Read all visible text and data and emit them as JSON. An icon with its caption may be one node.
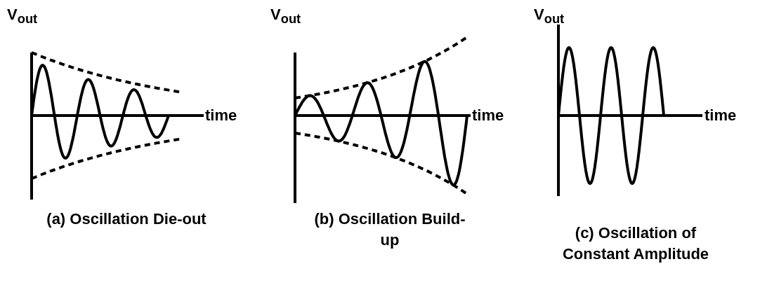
{
  "diagram": {
    "labels": [
      "V$_{out}$",
      "V$_{out}$",
      "V$_{out}$",
      "time",
      "time",
      "time",
      "(a) Oscillation Die-out",
      "(b) Oscillation Build-up",
      "(c) Oscillation of Constant Amplitude"
    ]
  }
}
